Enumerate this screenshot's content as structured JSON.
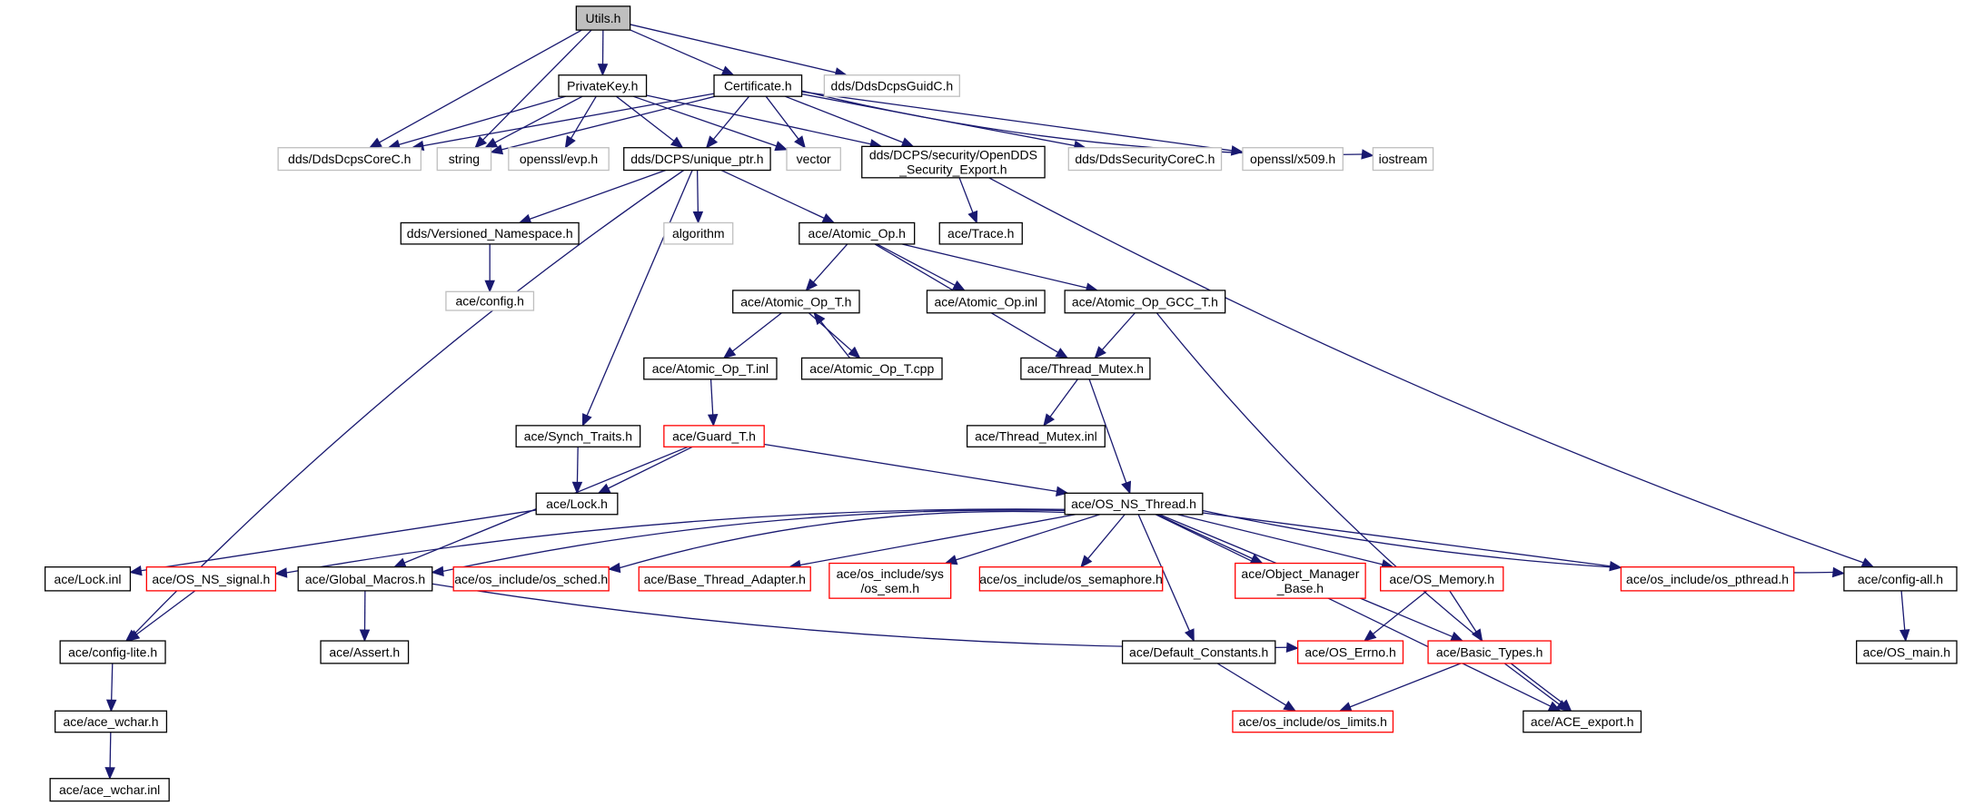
{
  "graph": {
    "title": "Utils.h",
    "type": "include-dependency-graph",
    "colors": {
      "edge": "#191970",
      "node_border_documented": "#000000",
      "node_border_undocumented": "#bfbfbf",
      "node_border_truncated": "#ff0000",
      "root_fill": "#bfbfbf"
    },
    "nodes": [
      {
        "id": "utils",
        "label": [
          "Utils.h"
        ],
        "style": "root"
      },
      {
        "id": "privatekey",
        "label": [
          "PrivateKey.h"
        ],
        "style": "normal"
      },
      {
        "id": "certificate",
        "label": [
          "Certificate.h"
        ],
        "style": "normal"
      },
      {
        "id": "guidc",
        "label": [
          "dds/DdsDcpsGuidC.h"
        ],
        "style": "gray"
      },
      {
        "id": "corec",
        "label": [
          "dds/DdsDcpsCoreC.h"
        ],
        "style": "gray"
      },
      {
        "id": "string",
        "label": [
          "string"
        ],
        "style": "gray"
      },
      {
        "id": "evp",
        "label": [
          "openssl/evp.h"
        ],
        "style": "gray"
      },
      {
        "id": "uniqueptr",
        "label": [
          "dds/DCPS/unique_ptr.h"
        ],
        "style": "normal"
      },
      {
        "id": "vector",
        "label": [
          "vector"
        ],
        "style": "gray"
      },
      {
        "id": "secexport",
        "label": [
          "dds/DCPS/security/OpenDDS",
          "_Security_Export.h"
        ],
        "style": "normal"
      },
      {
        "id": "seccorec",
        "label": [
          "dds/DdsSecurityCoreC.h"
        ],
        "style": "gray"
      },
      {
        "id": "x509",
        "label": [
          "openssl/x509.h"
        ],
        "style": "gray"
      },
      {
        "id": "iostream",
        "label": [
          "iostream"
        ],
        "style": "gray"
      },
      {
        "id": "versioned",
        "label": [
          "dds/Versioned_Namespace.h"
        ],
        "style": "normal"
      },
      {
        "id": "algorithm",
        "label": [
          "algorithm"
        ],
        "style": "gray"
      },
      {
        "id": "atomicop",
        "label": [
          "ace/Atomic_Op.h"
        ],
        "style": "normal"
      },
      {
        "id": "trace",
        "label": [
          "ace/Trace.h"
        ],
        "style": "normal"
      },
      {
        "id": "config",
        "label": [
          "ace/config.h"
        ],
        "style": "gray"
      },
      {
        "id": "atomicopt",
        "label": [
          "ace/Atomic_Op_T.h"
        ],
        "style": "normal"
      },
      {
        "id": "atomicopinl",
        "label": [
          "ace/Atomic_Op.inl"
        ],
        "style": "normal"
      },
      {
        "id": "atomicopgcc",
        "label": [
          "ace/Atomic_Op_GCC_T.h"
        ],
        "style": "normal"
      },
      {
        "id": "atomicoptinl",
        "label": [
          "ace/Atomic_Op_T.inl"
        ],
        "style": "normal"
      },
      {
        "id": "atomicoptcpp",
        "label": [
          "ace/Atomic_Op_T.cpp"
        ],
        "style": "normal"
      },
      {
        "id": "threadmutex",
        "label": [
          "ace/Thread_Mutex.h"
        ],
        "style": "normal"
      },
      {
        "id": "threadmutexinl",
        "label": [
          "ace/Thread_Mutex.inl"
        ],
        "style": "normal"
      },
      {
        "id": "synchtraits",
        "label": [
          "ace/Synch_Traits.h"
        ],
        "style": "normal"
      },
      {
        "id": "guardt",
        "label": [
          "ace/Guard_T.h"
        ],
        "style": "red"
      },
      {
        "id": "lock",
        "label": [
          "ace/Lock.h"
        ],
        "style": "normal"
      },
      {
        "id": "osnsthread",
        "label": [
          "ace/OS_NS_Thread.h"
        ],
        "style": "normal"
      },
      {
        "id": "lockinl",
        "label": [
          "ace/Lock.inl"
        ],
        "style": "normal"
      },
      {
        "id": "osnssignal",
        "label": [
          "ace/OS_NS_signal.h"
        ],
        "style": "red"
      },
      {
        "id": "globalmacros",
        "label": [
          "ace/Global_Macros.h"
        ],
        "style": "normal"
      },
      {
        "id": "ossched",
        "label": [
          "ace/os_include/os_sched.h"
        ],
        "style": "red"
      },
      {
        "id": "basethread",
        "label": [
          "ace/Base_Thread_Adapter.h"
        ],
        "style": "red"
      },
      {
        "id": "ossem",
        "label": [
          "ace/os_include/sys",
          "/os_sem.h"
        ],
        "style": "red"
      },
      {
        "id": "ossemaphore",
        "label": [
          "ace/os_include/os_semaphore.h"
        ],
        "style": "red"
      },
      {
        "id": "objmgr",
        "label": [
          "ace/Object_Manager",
          "_Base.h"
        ],
        "style": "red"
      },
      {
        "id": "osmemory",
        "label": [
          "ace/OS_Memory.h"
        ],
        "style": "red"
      },
      {
        "id": "ospthread",
        "label": [
          "ace/os_include/os_pthread.h"
        ],
        "style": "red"
      },
      {
        "id": "configall",
        "label": [
          "ace/config-all.h"
        ],
        "style": "normal"
      },
      {
        "id": "configlite",
        "label": [
          "ace/config-lite.h"
        ],
        "style": "normal"
      },
      {
        "id": "assert",
        "label": [
          "ace/Assert.h"
        ],
        "style": "normal"
      },
      {
        "id": "defconst",
        "label": [
          "ace/Default_Constants.h"
        ],
        "style": "normal"
      },
      {
        "id": "oserrno",
        "label": [
          "ace/OS_Errno.h"
        ],
        "style": "red"
      },
      {
        "id": "basictypes",
        "label": [
          "ace/Basic_Types.h"
        ],
        "style": "red"
      },
      {
        "id": "osmain",
        "label": [
          "ace/OS_main.h"
        ],
        "style": "normal"
      },
      {
        "id": "acewchar",
        "label": [
          "ace/ace_wchar.h"
        ],
        "style": "normal"
      },
      {
        "id": "oslimits",
        "label": [
          "ace/os_include/os_limits.h"
        ],
        "style": "red"
      },
      {
        "id": "aceexport",
        "label": [
          "ace/ACE_export.h"
        ],
        "style": "normal"
      },
      {
        "id": "acewcharinl",
        "label": [
          "ace/ace_wchar.inl"
        ],
        "style": "normal"
      }
    ],
    "edges": [
      [
        "utils",
        "privatekey"
      ],
      [
        "utils",
        "certificate"
      ],
      [
        "utils",
        "guidc"
      ],
      [
        "utils",
        "corec"
      ],
      [
        "utils",
        "string"
      ],
      [
        "privatekey",
        "corec"
      ],
      [
        "privatekey",
        "string"
      ],
      [
        "privatekey",
        "evp"
      ],
      [
        "privatekey",
        "uniqueptr"
      ],
      [
        "privatekey",
        "vector"
      ],
      [
        "privatekey",
        "secexport"
      ],
      [
        "certificate",
        "corec"
      ],
      [
        "certificate",
        "string"
      ],
      [
        "certificate",
        "uniqueptr"
      ],
      [
        "certificate",
        "vector"
      ],
      [
        "certificate",
        "secexport"
      ],
      [
        "certificate",
        "seccorec"
      ],
      [
        "certificate",
        "x509"
      ],
      [
        "certificate",
        "iostream"
      ],
      [
        "uniqueptr",
        "versioned"
      ],
      [
        "uniqueptr",
        "algorithm"
      ],
      [
        "uniqueptr",
        "atomicop"
      ],
      [
        "uniqueptr",
        "synchtraits"
      ],
      [
        "uniqueptr",
        "configlite"
      ],
      [
        "secexport",
        "trace"
      ],
      [
        "secexport",
        "configall"
      ],
      [
        "versioned",
        "config"
      ],
      [
        "atomicop",
        "atomicopt"
      ],
      [
        "atomicop",
        "atomicopinl"
      ],
      [
        "atomicop",
        "atomicopgcc"
      ],
      [
        "atomicop",
        "threadmutex"
      ],
      [
        "atomicopt",
        "atomicoptinl"
      ],
      [
        "atomicopt",
        "atomicoptcpp"
      ],
      [
        "atomicoptcpp",
        "atomicopt"
      ],
      [
        "atomicopgcc",
        "threadmutex"
      ],
      [
        "atomicopgcc",
        "aceexport"
      ],
      [
        "atomicoptinl",
        "guardt"
      ],
      [
        "threadmutex",
        "threadmutexinl"
      ],
      [
        "threadmutex",
        "osnsthread"
      ],
      [
        "synchtraits",
        "lock"
      ],
      [
        "guardt",
        "lock"
      ],
      [
        "guardt",
        "globalmacros"
      ],
      [
        "guardt",
        "osnsthread"
      ],
      [
        "lock",
        "lockinl"
      ],
      [
        "osnsthread",
        "osnssignal"
      ],
      [
        "osnsthread",
        "globalmacros"
      ],
      [
        "osnsthread",
        "ossched"
      ],
      [
        "osnsthread",
        "basethread"
      ],
      [
        "osnsthread",
        "ossem"
      ],
      [
        "osnsthread",
        "ossemaphore"
      ],
      [
        "osnsthread",
        "objmgr"
      ],
      [
        "osnsthread",
        "osmemory"
      ],
      [
        "osnsthread",
        "ospthread"
      ],
      [
        "osnsthread",
        "configall"
      ],
      [
        "osnsthread",
        "defconst"
      ],
      [
        "osnsthread",
        "basictypes"
      ],
      [
        "osnsthread",
        "aceexport"
      ],
      [
        "osnssignal",
        "configlite"
      ],
      [
        "globalmacros",
        "assert"
      ],
      [
        "globalmacros",
        "oserrno"
      ],
      [
        "osmemory",
        "oserrno"
      ],
      [
        "osmemory",
        "basictypes"
      ],
      [
        "configall",
        "osmain"
      ],
      [
        "configlite",
        "acewchar"
      ],
      [
        "acewchar",
        "acewcharinl"
      ],
      [
        "defconst",
        "oslimits"
      ],
      [
        "basictypes",
        "oslimits"
      ],
      [
        "basictypes",
        "aceexport"
      ]
    ]
  }
}
